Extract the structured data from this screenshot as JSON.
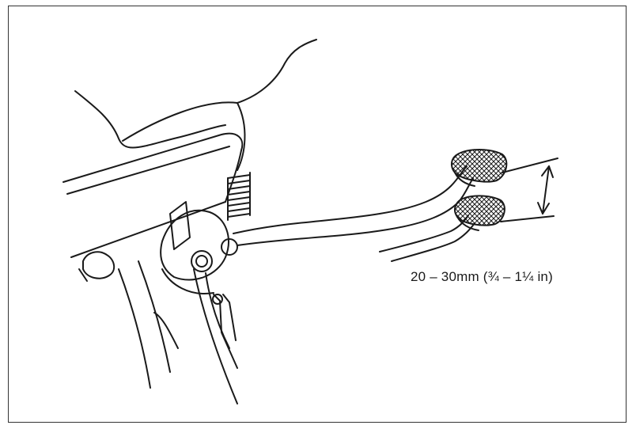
{
  "diagram": {
    "measurement_label": "20 – 30mm (¾ – 1¼ in)",
    "icons": [
      "pedal-assembly",
      "pedal-pad",
      "return-spring",
      "dimension-arrow"
    ],
    "colors": {
      "line": "#1a1a1a",
      "background": "#ffffff"
    }
  }
}
